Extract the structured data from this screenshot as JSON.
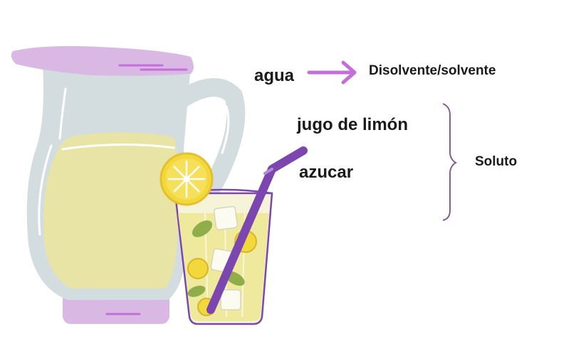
{
  "labels": {
    "water": "agua",
    "solvent": "Disolvente/solvente",
    "lemon_juice": "jugo de limón",
    "sugar": "azucar",
    "solute": "Soluto"
  },
  "icons": {
    "pitcher": "lemonade-pitcher-icon",
    "glass": "lemonade-glass-icon",
    "arrow": "right-arrow-icon",
    "brace": "curly-brace-icon"
  },
  "colors": {
    "lavender": "#d9b8e3",
    "purple": "#a36bc7",
    "straw": "#7b46b0",
    "lemonade": "#e8e4a6",
    "glass": "#d3dde0",
    "lemon": "#f2d83a",
    "mint": "#8fae4a",
    "brace": "#8a5b93",
    "arrow": "#c46ed8"
  }
}
